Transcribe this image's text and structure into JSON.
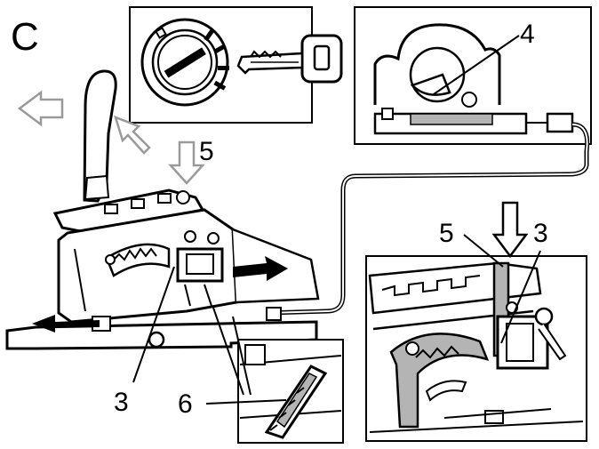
{
  "figure": {
    "panel_letter": "C",
    "callouts": {
      "three_left": "3",
      "three_inset": "3",
      "four": "4",
      "five_top": "5",
      "five_inset": "5",
      "six": "6"
    }
  },
  "colors": {
    "ink": "#000000",
    "highlight_gray": "#b4b4b4",
    "arrow_outline": "#9a9a9a",
    "background": "#ffffff"
  },
  "icons": [
    "ignition-lock-icon",
    "key-icon"
  ]
}
